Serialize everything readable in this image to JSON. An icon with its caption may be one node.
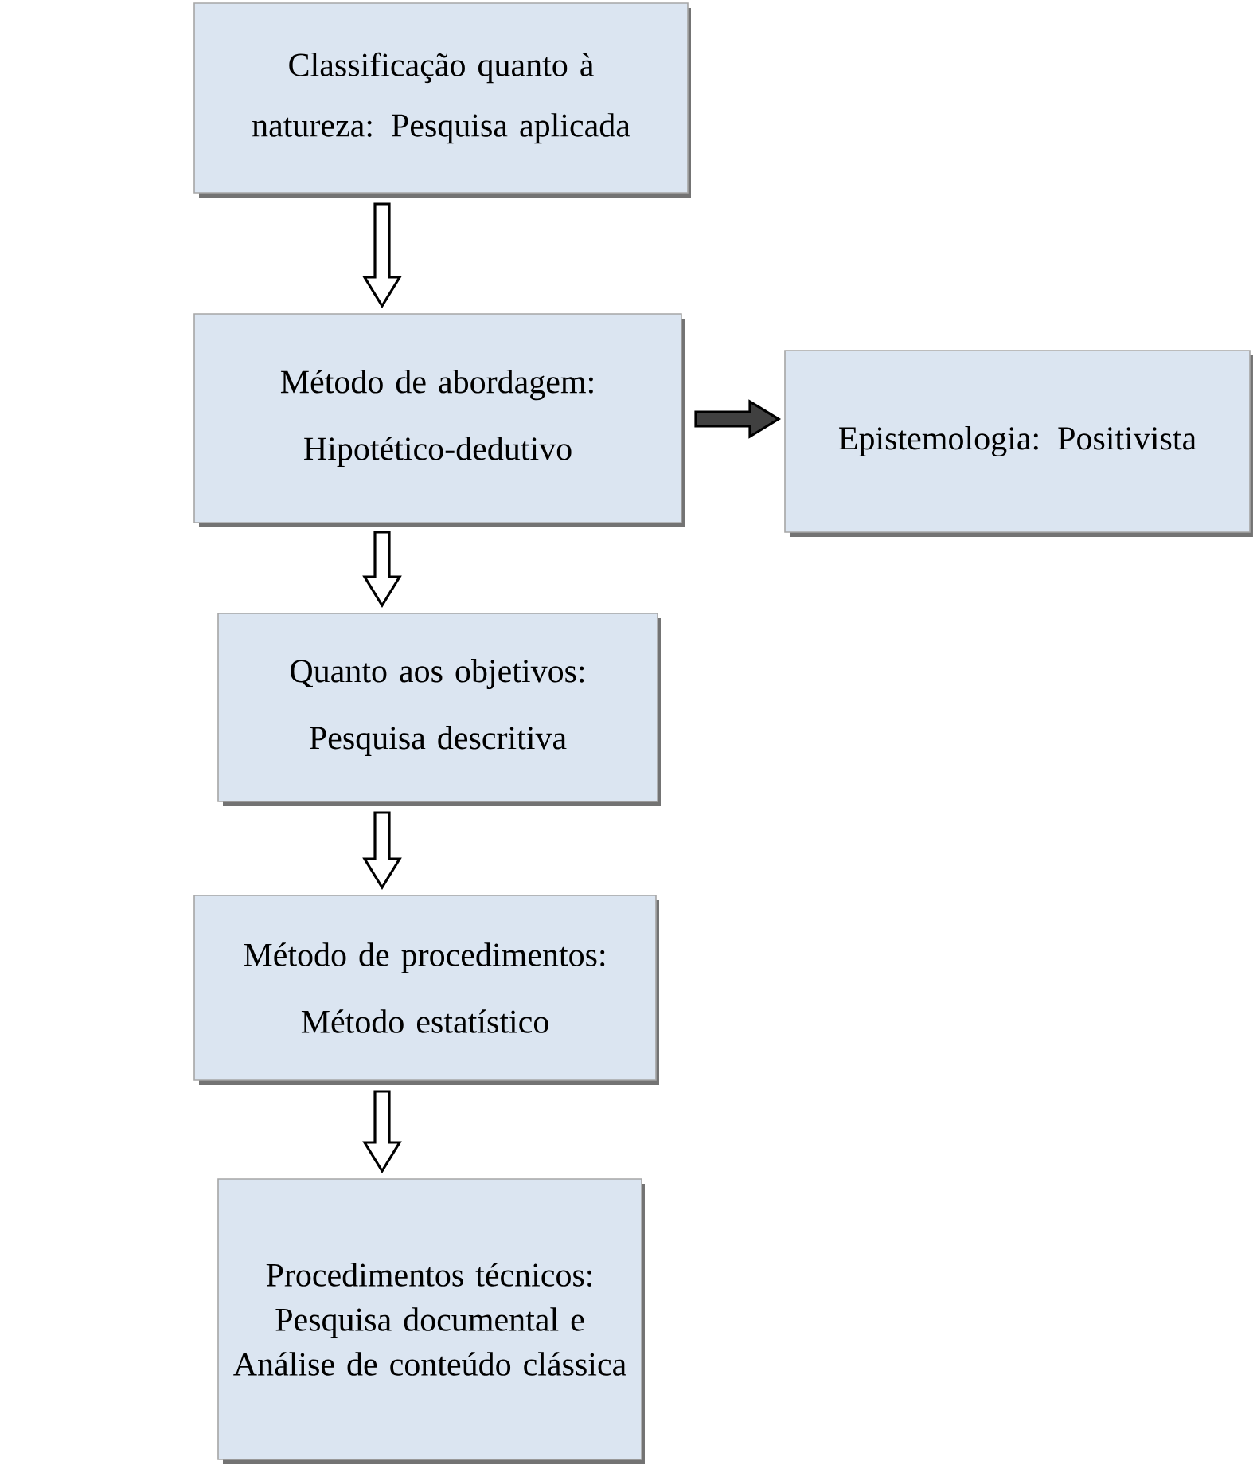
{
  "diagram": {
    "nodes": [
      {
        "text": [
          "Classificação quanto à natureza: Pesquisa aplicada"
        ]
      },
      {
        "text": [
          "Método de abordagem: Hipotético-dedutivo"
        ]
      },
      {
        "text": [
          "Epistemologia: Positivista"
        ]
      },
      {
        "text": [
          "Quanto aos objetivos: Pesquisa descritiva"
        ]
      },
      {
        "text": [
          "Método de procedimentos: Método estatístico"
        ]
      },
      {
        "text": [
          "Procedimentos técnicos: Pesquisa documental e Análise de conteúdo clássica"
        ]
      }
    ],
    "edges": [
      {
        "from": 0,
        "to": 1,
        "arrow": "to"
      },
      {
        "from": 1,
        "to": 2,
        "arrow": "to",
        "color": "#404040"
      },
      {
        "from": 1,
        "to": 3,
        "arrow": "to"
      },
      {
        "from": 3,
        "to": 4,
        "arrow": "to"
      },
      {
        "from": 4,
        "to": 5,
        "arrow": "to"
      }
    ]
  }
}
